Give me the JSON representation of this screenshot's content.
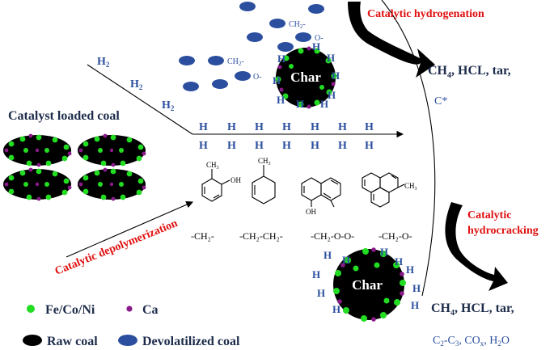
{
  "labels": {
    "catalyst_loaded_coal": "Catalyst loaded coal",
    "catalytic_hydrogenation": "Catalytic hydrogenation",
    "catalytic_hydrocracking_line1": "Catalytic",
    "catalytic_hydrocracking_line2": "hydrocracking",
    "catalytic_depolymerization": "Catalytic depolymerization",
    "char": "Char",
    "h2": "H",
    "h2_sub": "2",
    "h_atom": "H",
    "ch2_small": "CH",
    "ch2_small_sub": "2",
    "ch2_small_tail": "-",
    "o_small": "O-",
    "ch3": "CH",
    "ch3_sub": "3",
    "oh": "OH",
    "methylnaphthalene_ch3": "CH",
    "methylnaphthalene_sub": "3"
  },
  "products_top": {
    "ch": "CH",
    "ch_sub": "4",
    "rest": ", HCL, tar,",
    "c_star": "C*"
  },
  "products_bottom": {
    "ch": "CH",
    "ch_sub": "4",
    "rest": ",  HCL, tar,",
    "c2": "C",
    "c2_sub": "2",
    "c3dash": "-C",
    "c3_sub": "3",
    "cox": ", CO",
    "cox_sub": "x",
    "h2o": ", H",
    "h2o_sub": "2",
    "h2o_tail": "O"
  },
  "bridges": [
    "-CH₂-",
    "-CH₂-CH₂-",
    "-CH₂-O-O-",
    "-CH₂-O-"
  ],
  "legend": {
    "fe_co_ni": "Fe/Co/Ni",
    "ca": "Ca",
    "raw_coal": "Raw coal",
    "devolatilized_coal": "Devolatilized coal"
  },
  "colors": {
    "catalyst_fe_co_ni": "#22dd22",
    "catalyst_ca": "#8a1a8a",
    "raw_coal": "#000000",
    "devolatilized_coal": "#2b4f9e",
    "label_red": "#e01010",
    "formula_blue": "#2b4f9e",
    "text_dark": "#1c2b4a"
  }
}
